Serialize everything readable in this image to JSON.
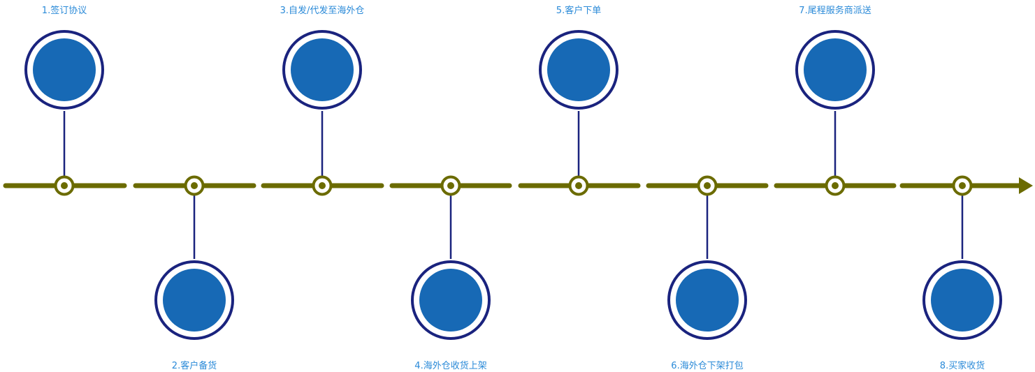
{
  "title": "海外仓流程",
  "steps": [
    {
      "label": "1.签订协议",
      "position": "top"
    },
    {
      "label": "2.客户备货",
      "position": "bottom"
    },
    {
      "label": "3.自发/代发至海外仓",
      "position": "top"
    },
    {
      "label": "4.海外仓收货上架",
      "position": "bottom"
    },
    {
      "label": "5.客户下单",
      "position": "top"
    },
    {
      "label": "6.海外仓下架打包",
      "position": "bottom"
    },
    {
      "label": "7.尾程服务商派送",
      "position": "top"
    },
    {
      "label": "8.买家收货",
      "position": "bottom"
    }
  ],
  "colors": {
    "timeline": "#6b6b00",
    "ring": "#1a237e",
    "fill": "#1769b5",
    "label": "#2a8ad8"
  }
}
